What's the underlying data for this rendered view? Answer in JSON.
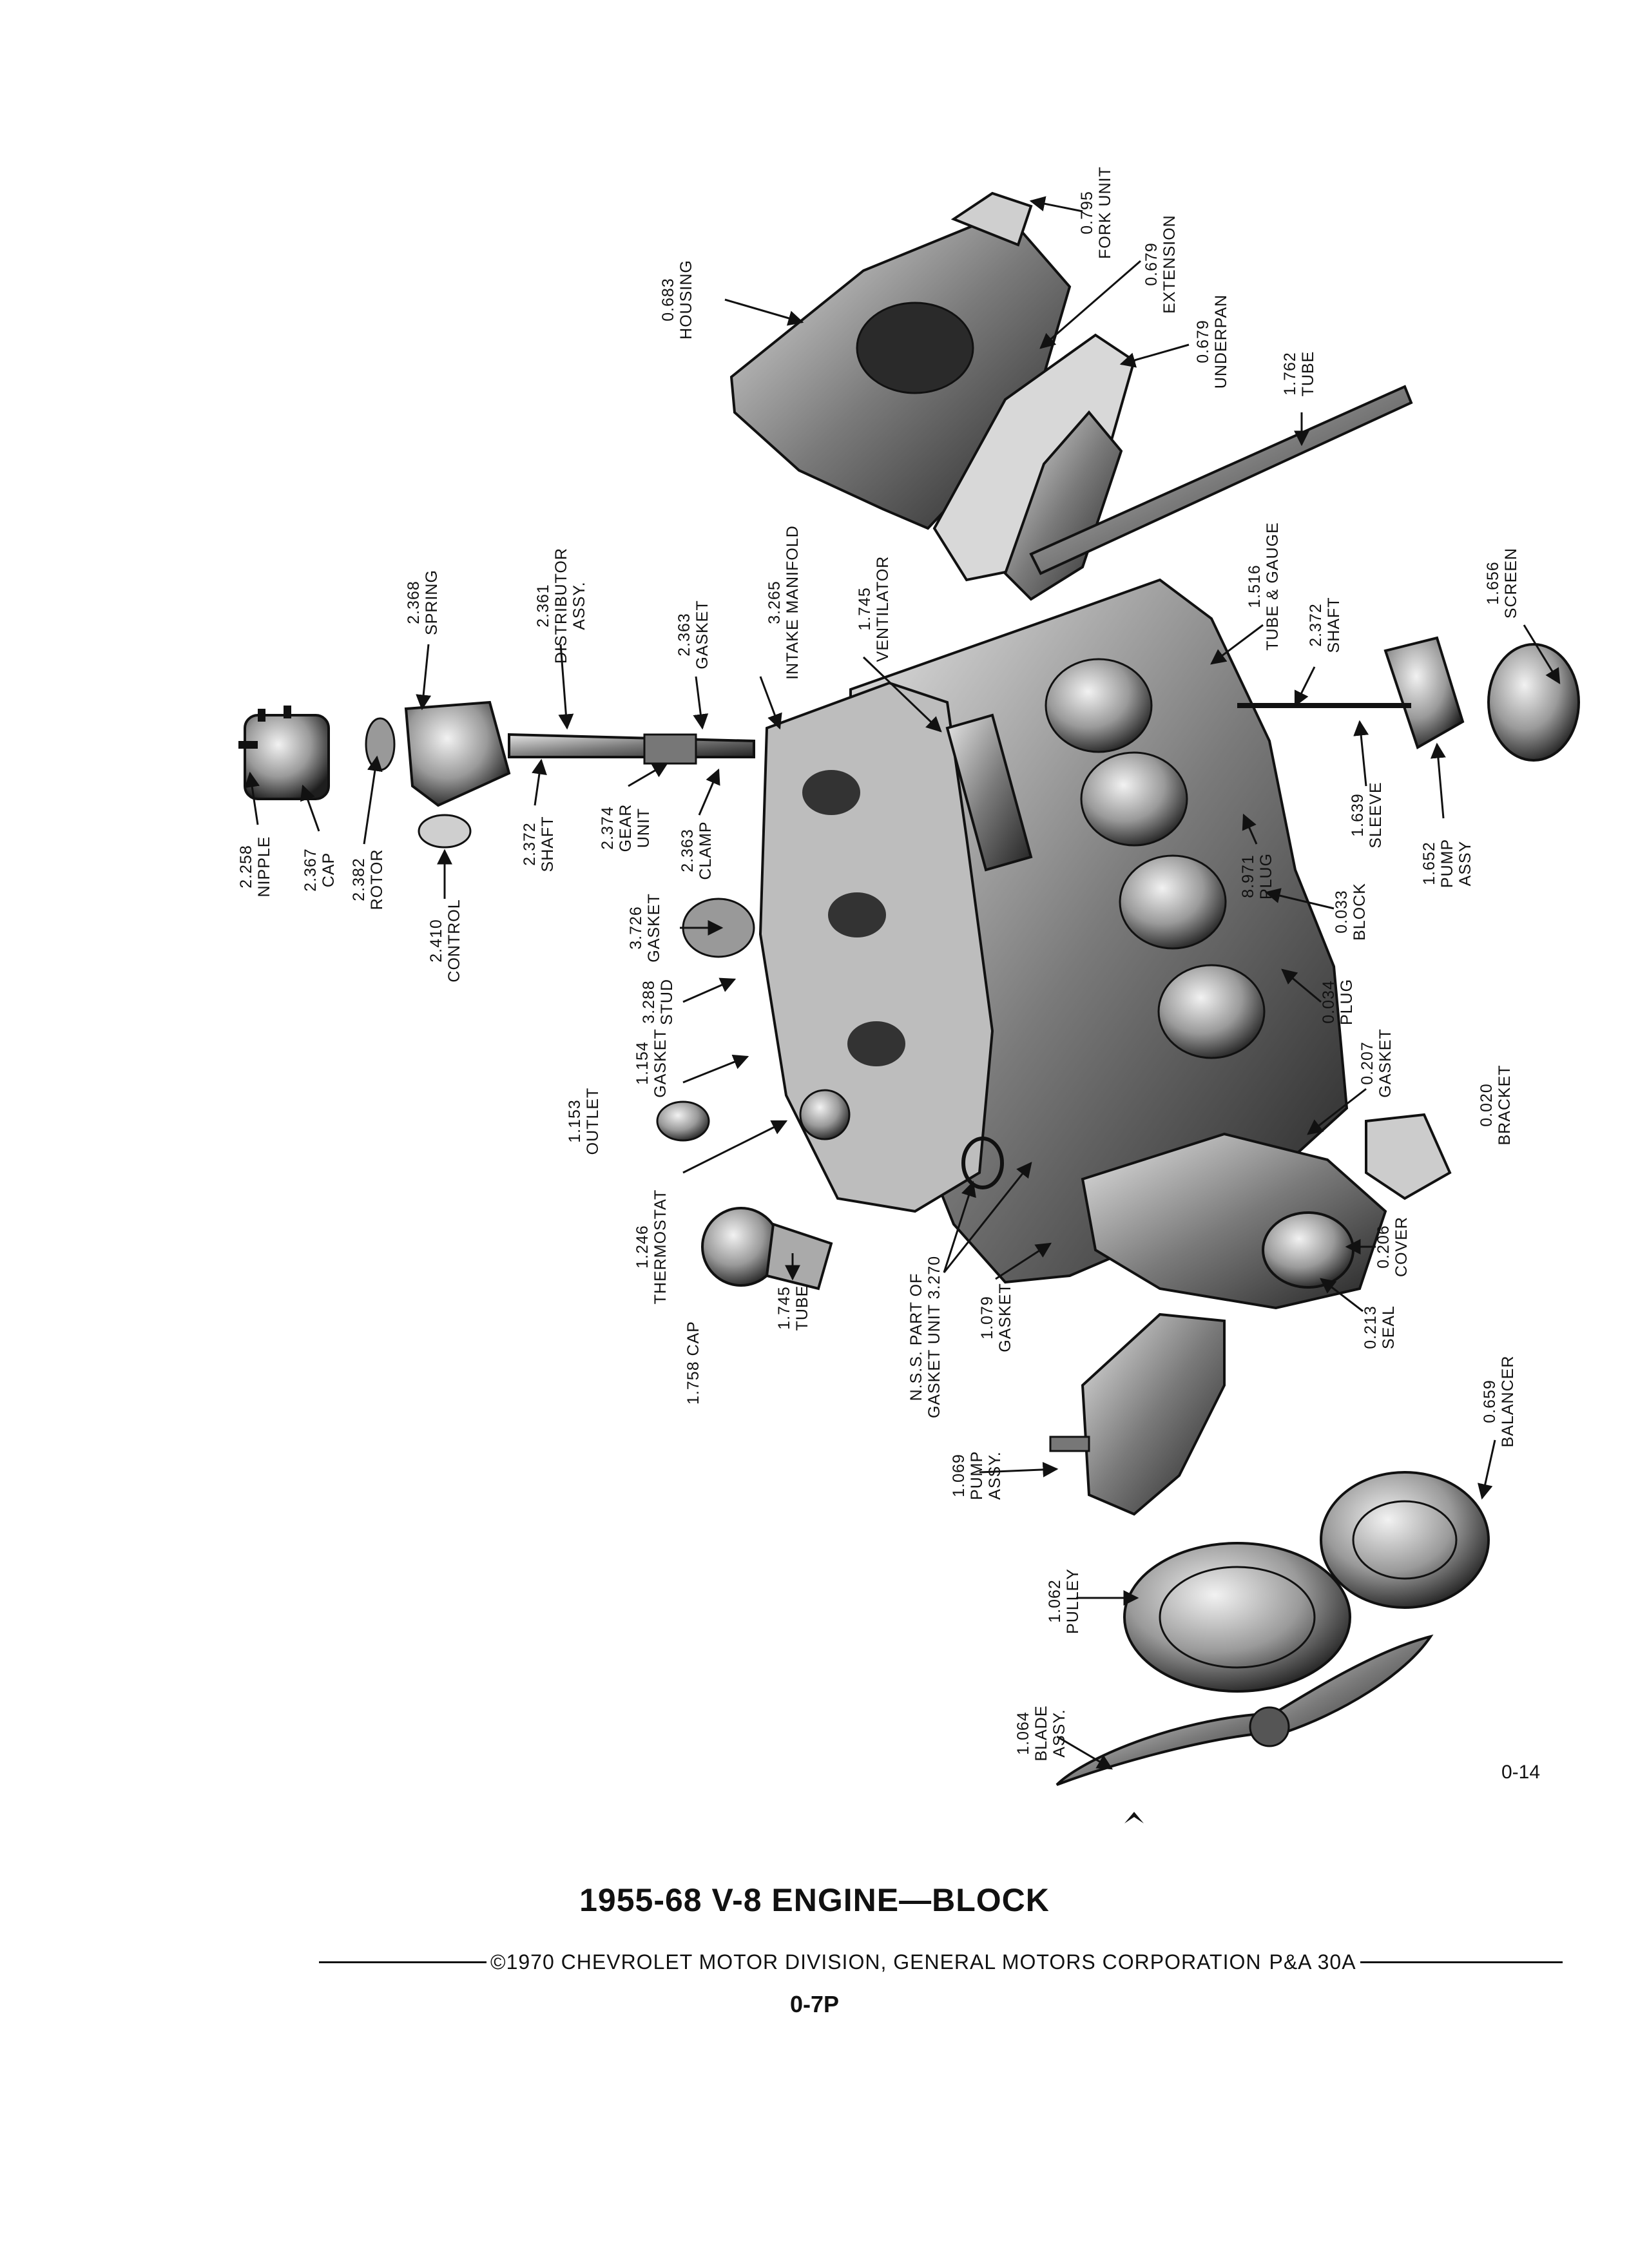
{
  "title": "1955-68 V-8 ENGINE—BLOCK",
  "copyright": "©1970 CHEVROLET MOTOR DIVISION, GENERAL MOTORS CORPORATION",
  "catalog_ref": "P&A 30A",
  "page_number": "0-7P",
  "figure_number": "0-14",
  "callouts": [
    {
      "id": "fork-unit",
      "lines": [
        "0.795",
        "FORK UNIT"
      ]
    },
    {
      "id": "housing",
      "lines": [
        "0.683",
        "HOUSING"
      ]
    },
    {
      "id": "extension",
      "lines": [
        "0.679",
        "EXTENSION"
      ]
    },
    {
      "id": "underpan",
      "lines": [
        "0.679",
        "UNDERPAN"
      ]
    },
    {
      "id": "tube-top",
      "lines": [
        "1.762",
        "TUBE"
      ]
    },
    {
      "id": "tube-gauge",
      "lines": [
        "1.516",
        "TUBE & GAUGE"
      ]
    },
    {
      "id": "screen",
      "lines": [
        "1.656",
        "SCREEN"
      ]
    },
    {
      "id": "spring",
      "lines": [
        "2.368",
        "SPRING"
      ]
    },
    {
      "id": "distributor",
      "lines": [
        "2.361",
        "DISTRIBUTOR",
        "ASSY."
      ]
    },
    {
      "id": "gasket-2363",
      "lines": [
        "2.363",
        "GASKET"
      ]
    },
    {
      "id": "intake-manifold",
      "lines": [
        "3.265",
        "INTAKE MANIFOLD"
      ]
    },
    {
      "id": "ventilator",
      "lines": [
        "1.745",
        "VENTILATOR"
      ]
    },
    {
      "id": "shaft-2372-right",
      "lines": [
        "2.372",
        "SHAFT"
      ]
    },
    {
      "id": "nipple",
      "lines": [
        "2.258",
        "NIPPLE"
      ]
    },
    {
      "id": "cap-2367",
      "lines": [
        "2.367",
        "CAP"
      ]
    },
    {
      "id": "rotor",
      "lines": [
        "2.382",
        "ROTOR"
      ]
    },
    {
      "id": "control",
      "lines": [
        "2.410",
        "CONTROL"
      ]
    },
    {
      "id": "shaft-2372-left",
      "lines": [
        "2.372",
        "SHAFT"
      ]
    },
    {
      "id": "gear-unit",
      "lines": [
        "2.374",
        "GEAR",
        "UNIT"
      ]
    },
    {
      "id": "clamp",
      "lines": [
        "2.363",
        "CLAMP"
      ]
    },
    {
      "id": "gasket-3726",
      "lines": [
        "3.726",
        "GASKET"
      ]
    },
    {
      "id": "stud",
      "lines": [
        "3.288",
        "STUD"
      ]
    },
    {
      "id": "gasket-1154",
      "lines": [
        "1.154",
        "GASKET"
      ]
    },
    {
      "id": "outlet",
      "lines": [
        "1.153",
        "OUTLET"
      ]
    },
    {
      "id": "thermostat",
      "lines": [
        "1.246",
        "THERMOSTAT"
      ]
    },
    {
      "id": "cap-1758",
      "lines": [
        "1.758 CAP"
      ]
    },
    {
      "id": "tube-1745",
      "lines": [
        "1.745",
        "TUBE"
      ]
    },
    {
      "id": "nss",
      "lines": [
        "N.S.S. PART OF",
        "GASKET UNIT 3.270"
      ]
    },
    {
      "id": "gasket-1079",
      "lines": [
        "1.079",
        "GASKET"
      ]
    },
    {
      "id": "plug-8971",
      "lines": [
        "8.971",
        "PLUG"
      ]
    },
    {
      "id": "sleeve",
      "lines": [
        "1.639",
        "SLEEVE"
      ]
    },
    {
      "id": "pump-assy-1652",
      "lines": [
        "1.652",
        "PUMP",
        "ASSY"
      ]
    },
    {
      "id": "block",
      "lines": [
        "0.033",
        "BLOCK"
      ]
    },
    {
      "id": "plug-0034",
      "lines": [
        "0.034",
        "PLUG"
      ]
    },
    {
      "id": "gasket-0207",
      "lines": [
        "0.207",
        "GASKET"
      ]
    },
    {
      "id": "bracket",
      "lines": [
        "0.020",
        "BRACKET"
      ]
    },
    {
      "id": "cover",
      "lines": [
        "0.206",
        "COVER"
      ]
    },
    {
      "id": "seal",
      "lines": [
        "0.213",
        "SEAL"
      ]
    },
    {
      "id": "balancer",
      "lines": [
        "0.659",
        "BALANCER"
      ]
    },
    {
      "id": "pump-assy-1069",
      "lines": [
        "1.069",
        "PUMP",
        "ASSY."
      ]
    },
    {
      "id": "pulley",
      "lines": [
        "1.062",
        "PULLEY"
      ]
    },
    {
      "id": "blade",
      "lines": [
        "1.064",
        "BLADE",
        "ASSY."
      ]
    }
  ]
}
